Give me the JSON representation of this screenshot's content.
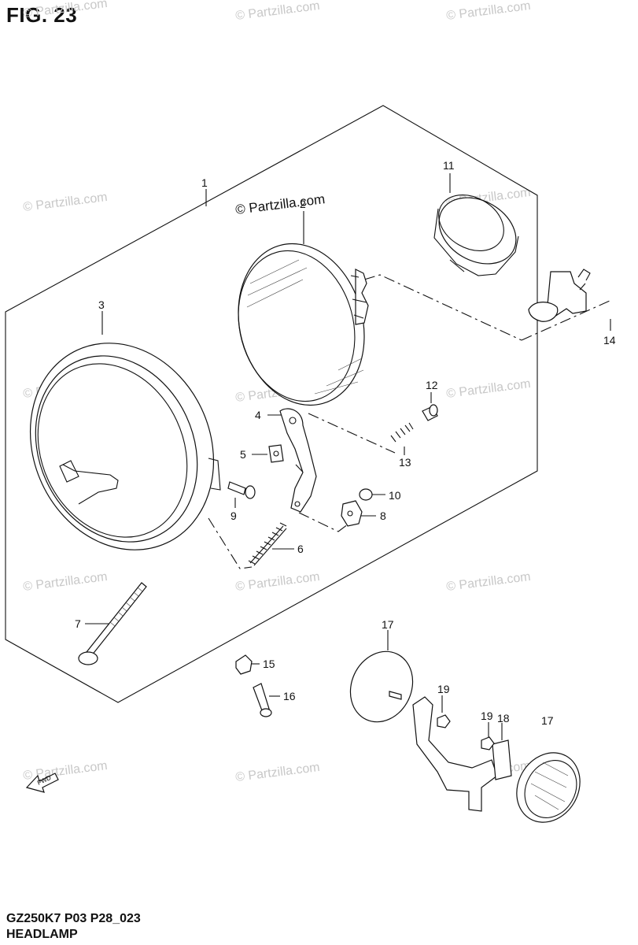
{
  "header": {
    "figure": "FIG. 23"
  },
  "footer": {
    "model_code": "GZ250K7 P03 P28_023",
    "title": "HEADLAMP"
  },
  "watermarks": {
    "main": "© Partzilla.com",
    "faint": "© Partzilla.com"
  },
  "callouts": [
    {
      "id": "c1",
      "num": "1"
    },
    {
      "id": "c2",
      "num": "2"
    },
    {
      "id": "c3",
      "num": "3"
    },
    {
      "id": "c4",
      "num": "4"
    },
    {
      "id": "c5",
      "num": "5"
    },
    {
      "id": "c6",
      "num": "6"
    },
    {
      "id": "c7",
      "num": "7"
    },
    {
      "id": "c8",
      "num": "8"
    },
    {
      "id": "c9",
      "num": "9"
    },
    {
      "id": "c10",
      "num": "10"
    },
    {
      "id": "c11",
      "num": "11"
    },
    {
      "id": "c12",
      "num": "12"
    },
    {
      "id": "c13",
      "num": "13"
    },
    {
      "id": "c14",
      "num": "14"
    },
    {
      "id": "c15",
      "num": "15"
    },
    {
      "id": "c16",
      "num": "16"
    },
    {
      "id": "c17a",
      "num": "17"
    },
    {
      "id": "c17b",
      "num": "17"
    },
    {
      "id": "c18",
      "num": "18"
    },
    {
      "id": "c19a",
      "num": "19"
    },
    {
      "id": "c19b",
      "num": "19"
    }
  ],
  "fwd_arrow": {
    "label": "FWD",
    "icon": "forward-arrow-icon"
  }
}
